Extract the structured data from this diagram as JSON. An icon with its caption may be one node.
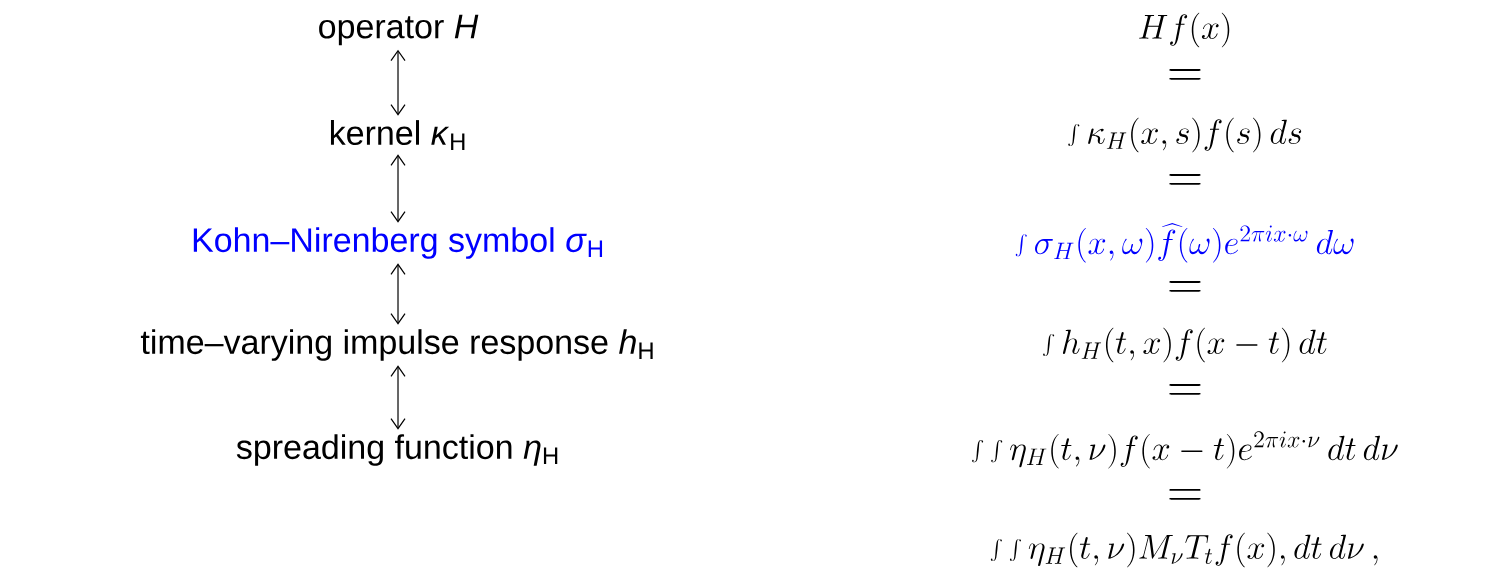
{
  "diagram": {
    "nodes": [
      {
        "text": [
          "operator *H*"
        ]
      },
      {
        "text": [
          "kernel *κ*$_{H}$"
        ]
      },
      {
        "text": [
          "Kohn–Nirenberg symbol *σ*$_{H}$"
        ]
      },
      {
        "text": [
          "time–varying impulse response *h*$_{H}$"
        ]
      },
      {
        "text": [
          "spreading function *η*$_{H}$"
        ]
      }
    ],
    "edges": [
      {
        "from": 0,
        "to": 1,
        "arrow": "both"
      },
      {
        "from": 1,
        "to": 2,
        "arrow": "both"
      },
      {
        "from": 2,
        "to": 3,
        "arrow": "both"
      },
      {
        "from": 3,
        "to": 4,
        "arrow": "both"
      }
    ],
    "labels": [
      "Hf(x)",
      "=",
      "\\int \\kappa_H(x,s) f(s)\\, ds",
      "=",
      "\\int \\sigma_H(x,\\omega) \\widehat{f}(\\omega) e^{2\\pi i x\\cdot\\omega}\\, d\\omega",
      "=",
      "\\int h_H(t,x) f(x-t)\\, dt",
      "=",
      "\\int\\int \\eta_H(t,\\nu) f(x-t) e^{2\\pi i x\\cdot\\nu}\\, dt\\, d\\nu",
      "=",
      "\\int\\int \\eta_H(t,\\nu) M_\\nu T_t f(x), dt\\, d\\nu\\,,"
    ]
  }
}
